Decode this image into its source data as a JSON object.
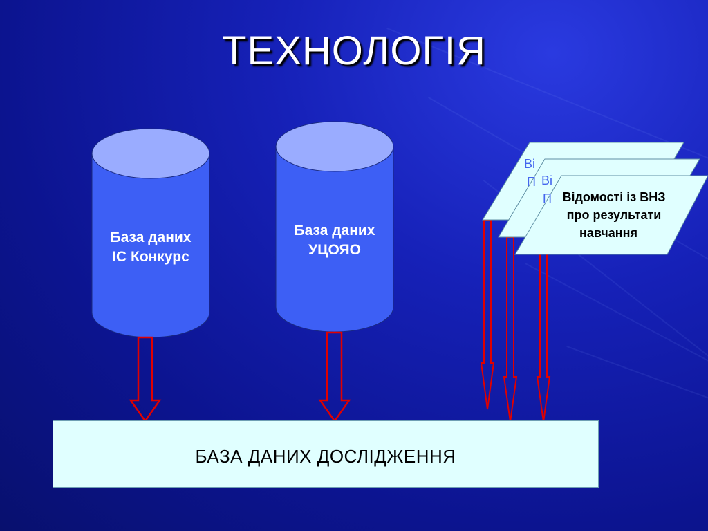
{
  "title": "ТЕХНОЛОГІЯ",
  "databases": [
    {
      "line1": "База даних",
      "line2": "ІС Конкурс"
    },
    {
      "line1": "База даних",
      "line2": "УЦОЯО"
    }
  ],
  "documents": {
    "front_line1": "Відомості із ВНЗ",
    "front_line2": "про результати",
    "front_line3": "навчання",
    "back_fragment_top": "Ві",
    "back_fragment_mid": "Ві",
    "back_fragment_p": "П"
  },
  "target": "БАЗА ДАНИХ ДОСЛІДЖЕННЯ",
  "colors": {
    "cylinder_body": "#3d5ff5",
    "cylinder_top": "#9aacff",
    "document_fill": "#e0ffff",
    "arrow_outline": "#e00000",
    "background": "#1621b8"
  }
}
